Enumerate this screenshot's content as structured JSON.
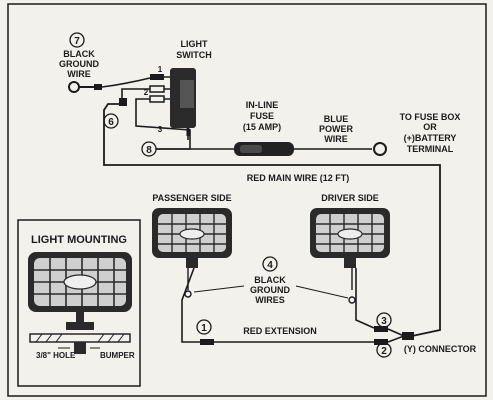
{
  "colors": {
    "ink": "#1b1b1b",
    "paper": "#f3f1ec",
    "lamp_face": "#cfcfcf"
  },
  "labels": {
    "ground_wire_l1": "BLACK",
    "ground_wire_l2": "GROUND",
    "ground_wire_l3": "WIRE",
    "switch_l1": "LIGHT",
    "switch_l2": "SWITCH",
    "fuse_l1": "IN-LINE",
    "fuse_l2": "FUSE",
    "fuse_l3": "(15 AMP)",
    "power_l1": "BLUE",
    "power_l2": "POWER",
    "power_l3": "WIRE",
    "fusebox_l1": "TO FUSE BOX",
    "fusebox_l2": "OR",
    "fusebox_l3": "(+)BATTERY",
    "fusebox_l4": "TERMINAL",
    "red_main": "RED MAIN WIRE (12 FT)",
    "passenger": "PASSENGER SIDE",
    "driver": "DRIVER SIDE",
    "grounds_l1": "BLACK",
    "grounds_l2": "GROUND",
    "grounds_l3": "WIRES",
    "red_ext": "RED EXTENSION",
    "y_connector": "(Y) CONNECTOR",
    "mounting_title": "LIGHT MOUNTING",
    "hole": "3/8\" HOLE",
    "bumper": "BUMPER"
  },
  "callouts": {
    "n1": "1",
    "n2": "2",
    "n3": "3",
    "n4": "4",
    "n6": "6",
    "n7": "7",
    "n8": "8"
  },
  "switch_terminals": {
    "t1": "1",
    "t2": "2",
    "t3": "3"
  }
}
